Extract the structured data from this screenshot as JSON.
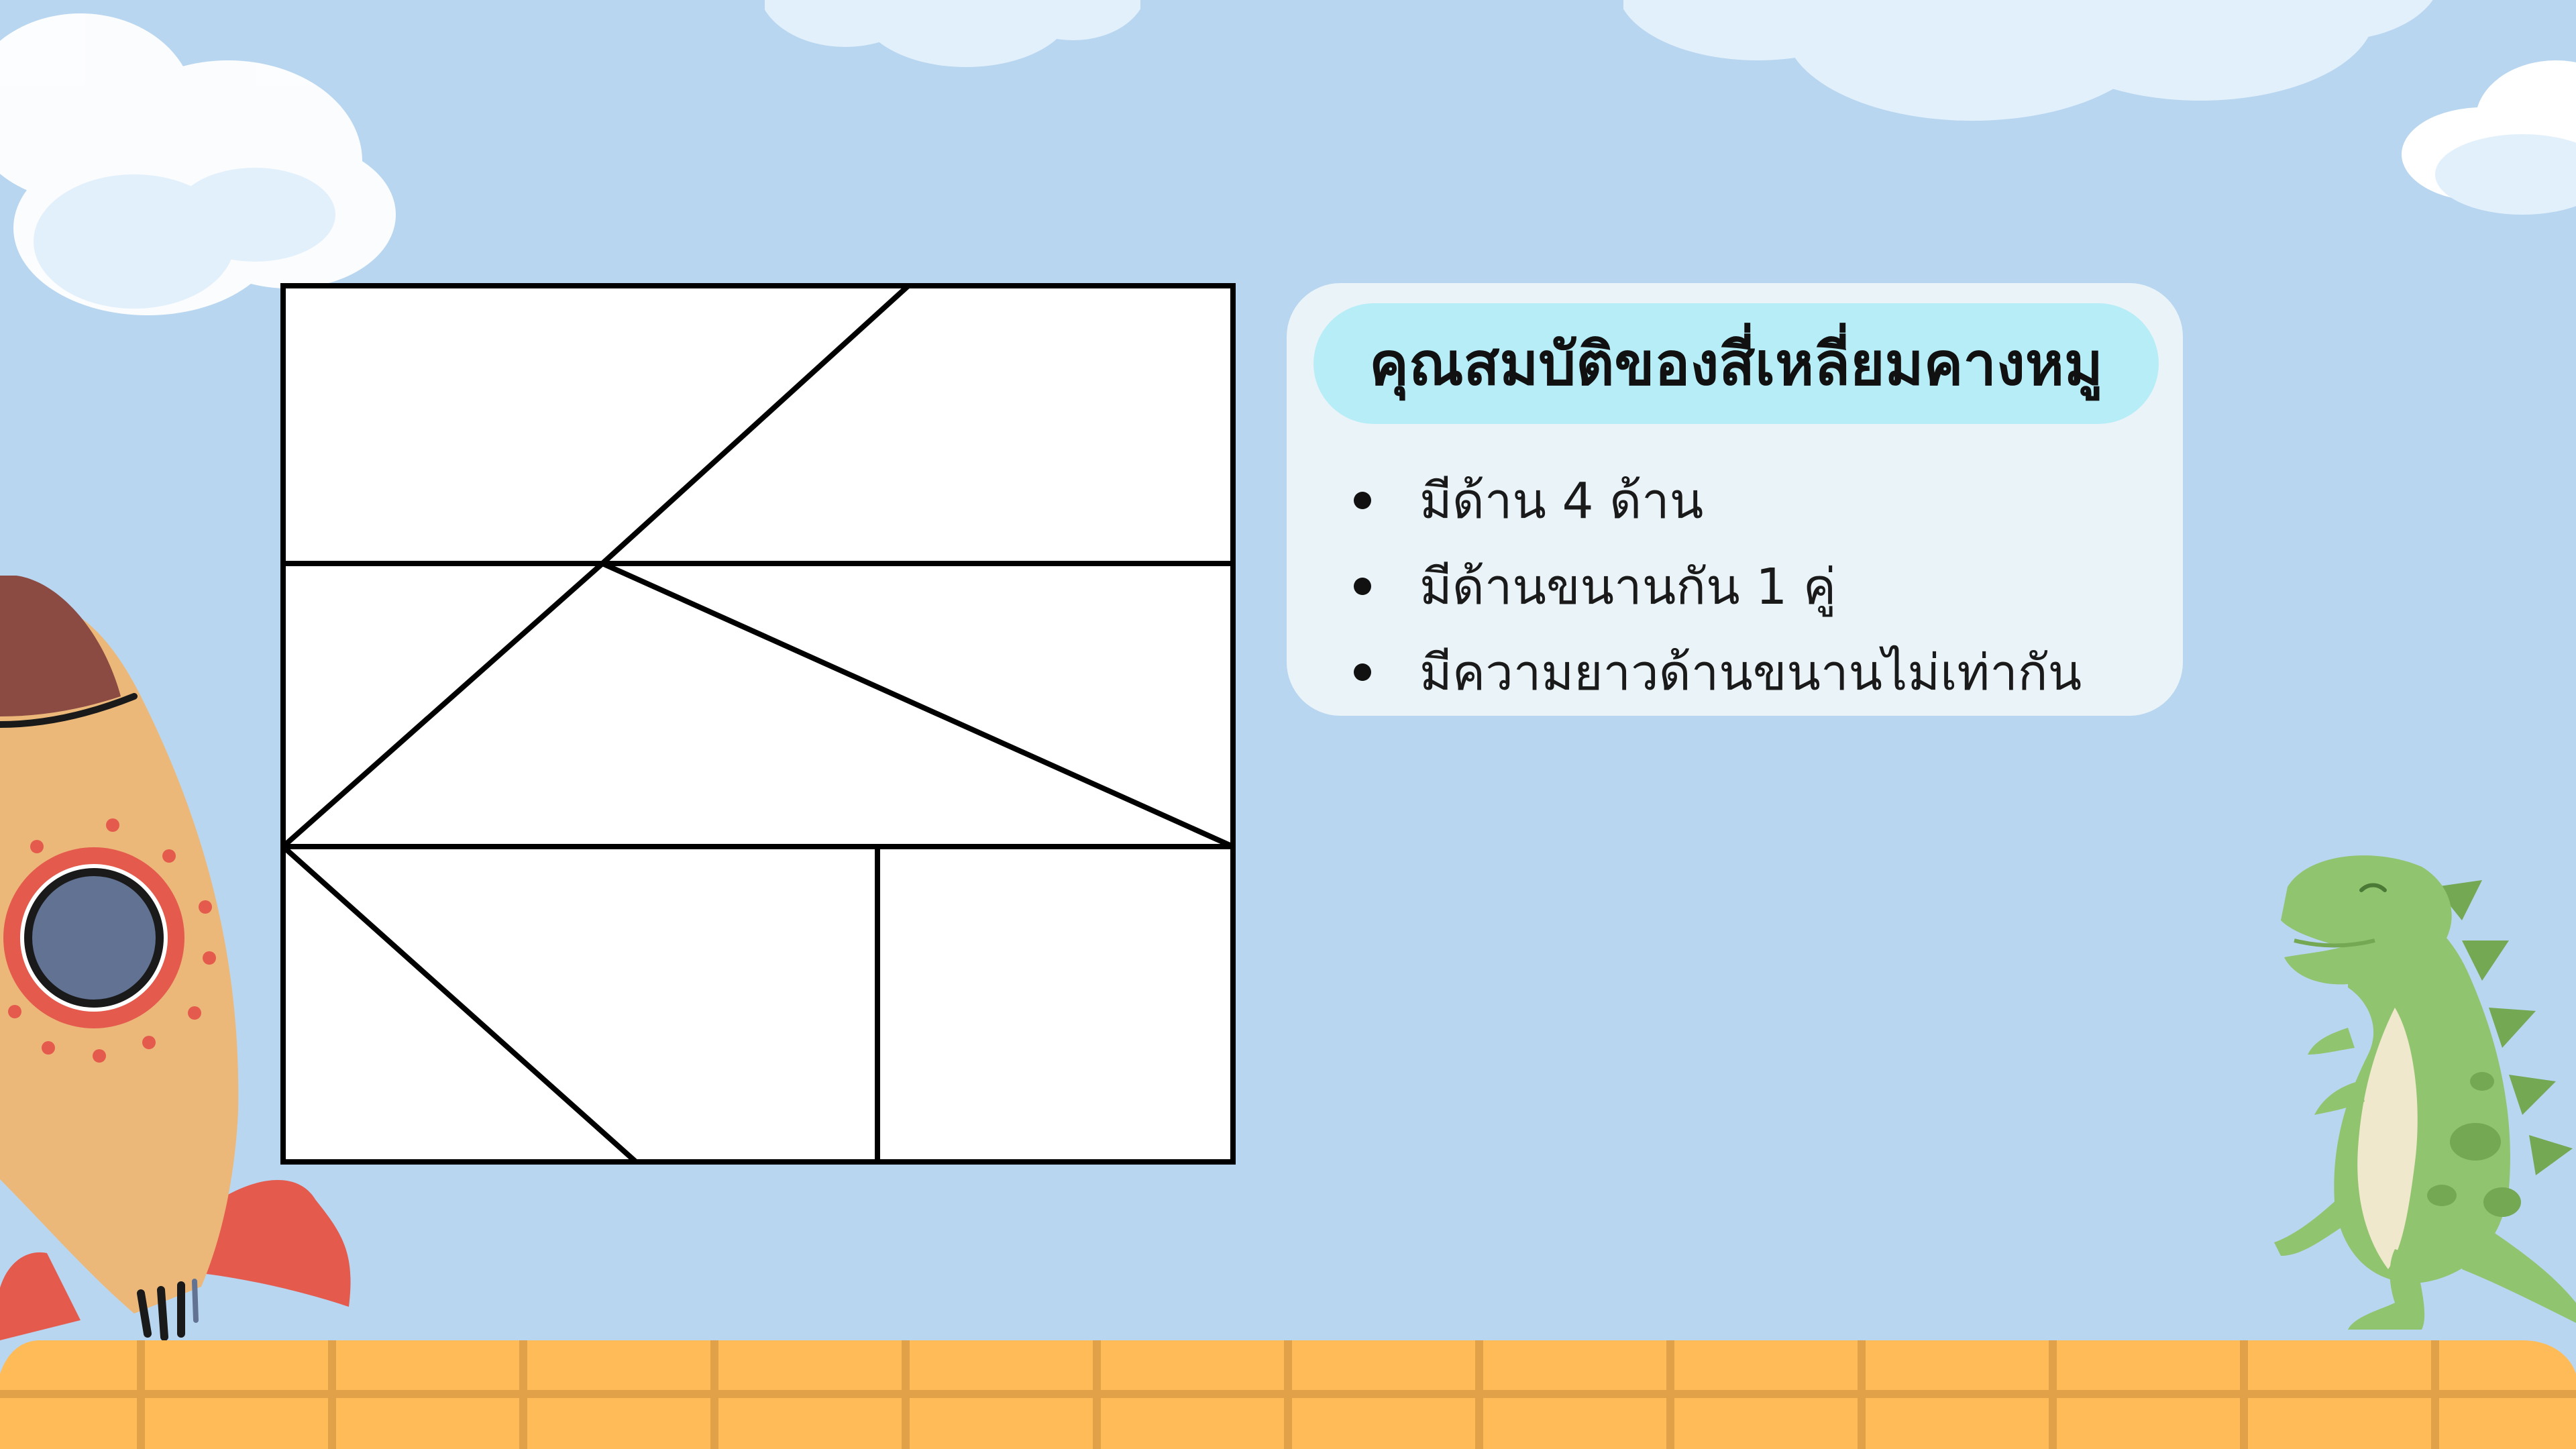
{
  "slide": {
    "title": "คุณสมบัติของสี่เหลี่ยมคางหมู",
    "bullets": [
      "มีด้าน 4 ด้าน",
      "มีด้านขนานกัน 1 คู่",
      "มีความยาวด้านขนานไม่เท่ากัน"
    ]
  },
  "colors": {
    "background": "#b8d6f0",
    "card": "#eaf4f8",
    "title_pill": "#b7edf7",
    "ground": "#ffbb57",
    "ground_lines": "#e0a148",
    "rocket_body": "#ecb87a",
    "rocket_nose": "#8b4a42",
    "rocket_fins": "#e45b4e",
    "window": "#627293",
    "dino": "#91c46f",
    "dino_belly": "#f0e8cc"
  },
  "icons": [
    "cloud-icon",
    "rocket-icon",
    "dinosaur-icon",
    "tangram-figure"
  ]
}
